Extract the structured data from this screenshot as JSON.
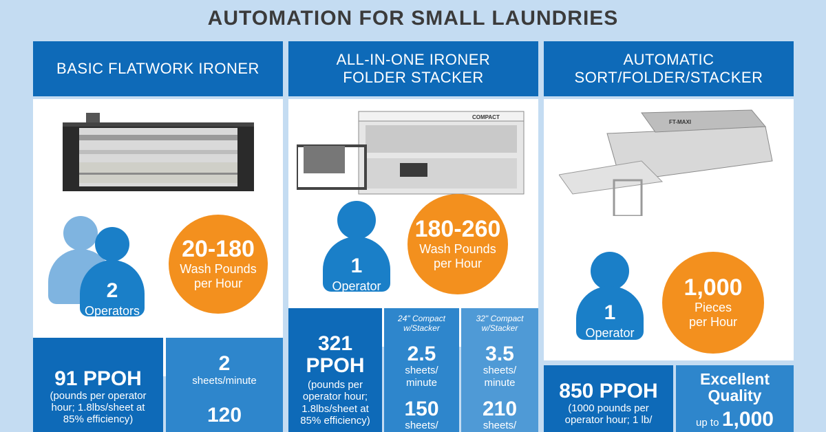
{
  "title": "AUTOMATION FOR SMALL LAUNDRIES",
  "colors": {
    "header_blue": "#0e6ab8",
    "orange": "#f3901e",
    "person_blue": "#1a7fc8",
    "person_light": "#7fb4e0"
  },
  "columns": [
    {
      "header": [
        "BASIC FLATWORK IRONER"
      ],
      "operators": {
        "count": "2",
        "label": "Operators"
      },
      "rate": {
        "value": "20-180",
        "line1": "Wash Pounds",
        "line2": "per Hour"
      },
      "stats": {
        "ppoh": "91 PPOH",
        "ppoh_note": [
          "(pounds per operator",
          "hour; 1.8lbs/sheet at",
          "85% efficiency)"
        ],
        "sheets_num": "2",
        "sheets_label": "sheets/minute",
        "next_num": "120"
      }
    },
    {
      "header": [
        "ALL-IN-ONE IRONER",
        "FOLDER STACKER"
      ],
      "machine_label": "COMPACT",
      "operators": {
        "count": "1",
        "label": "Operator"
      },
      "rate": {
        "value": "180-260",
        "line1": "Wash Pounds",
        "line2": "per Hour"
      },
      "stats": {
        "ppoh_num": "321",
        "ppoh_unit": "PPOH",
        "ppoh_note": [
          "(pounds per",
          "operator hour;",
          "1.8lbs/sheet at",
          "85% efficiency)"
        ],
        "col_a_head": [
          "24\" Compact",
          "w/Stacker"
        ],
        "col_a_num": "2.5",
        "col_a_label": [
          "sheets/",
          "minute"
        ],
        "col_a_next": "150",
        "col_a_next_label": "sheets/",
        "col_b_head": [
          "32\" Compact",
          "w/Stacker"
        ],
        "col_b_num": "3.5",
        "col_b_label": [
          "sheets/",
          "minute"
        ],
        "col_b_next": "210",
        "col_b_next_label": "sheets/"
      }
    },
    {
      "header": [
        "AUTOMATIC",
        "SORT/FOLDER/STACKER"
      ],
      "machine_label": "FT-MAXI",
      "operators": {
        "count": "1",
        "label": "Operator"
      },
      "rate": {
        "value": "1,000",
        "line1": "Pieces",
        "line2": "per Hour"
      },
      "stats": {
        "ppoh": "850 PPOH",
        "ppoh_note": [
          "(1000 pounds per",
          "operator hour; 1 lb/"
        ],
        "quality": [
          "Excellent",
          "Quality"
        ],
        "upto": "up to",
        "upto_num": "1,000"
      }
    }
  ]
}
